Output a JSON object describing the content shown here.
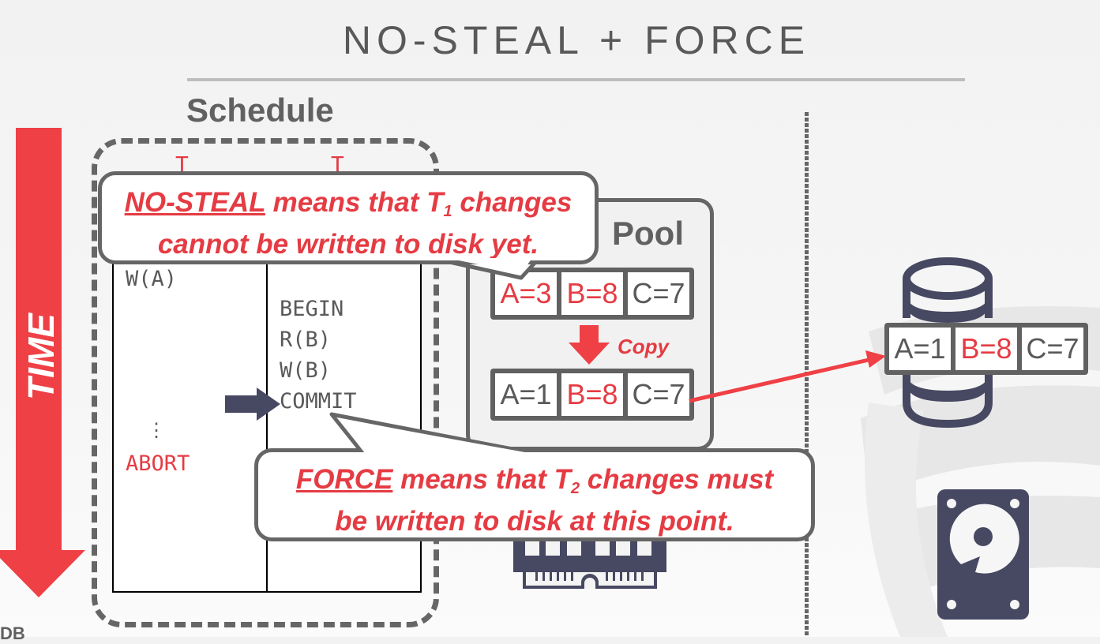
{
  "title": "NO-STEAL + FORCE",
  "schedule": {
    "heading": "Schedule",
    "time_label": "TIME",
    "txn_headers": [
      "T",
      "T"
    ],
    "t1_ops": [
      "W(A)",
      "⋮",
      "ABORT"
    ],
    "t2_ops": [
      "BEGIN",
      "R(B)",
      "W(B)",
      "COMMIT"
    ],
    "current_step": "COMMIT"
  },
  "buffer_pool": {
    "label": "Pool",
    "label_full": "Buffer Pool",
    "row1": [
      {
        "text": "A=3",
        "highlight": true
      },
      {
        "text": "B=8",
        "highlight": true
      },
      {
        "text": "C=7",
        "highlight": false
      }
    ],
    "copy_label": "Copy",
    "row2": [
      {
        "text": "A=1",
        "highlight": false
      },
      {
        "text": "B=8",
        "highlight": true
      },
      {
        "text": "C=7",
        "highlight": false
      }
    ]
  },
  "disk": {
    "row": [
      {
        "text": "A=1",
        "highlight": false
      },
      {
        "text": "B=8",
        "highlight": true
      },
      {
        "text": "C=7",
        "highlight": false
      }
    ]
  },
  "callouts": {
    "nosteal": {
      "keyword": "NO-STEAL",
      "line1_rest": " means that T",
      "sub": "1",
      "line1_tail": " changes",
      "line2": "cannot be written to disk yet."
    },
    "force": {
      "keyword": "FORCE",
      "line1_rest": " means that T",
      "sub": "2",
      "line1_tail": " changes must",
      "line2": "be written to disk at this point."
    }
  },
  "footer": "DB",
  "colors": {
    "accent_red": "#e53b43",
    "text_gray": "#595959",
    "icon_navy": "#474862",
    "frame_gray": "#666666"
  }
}
